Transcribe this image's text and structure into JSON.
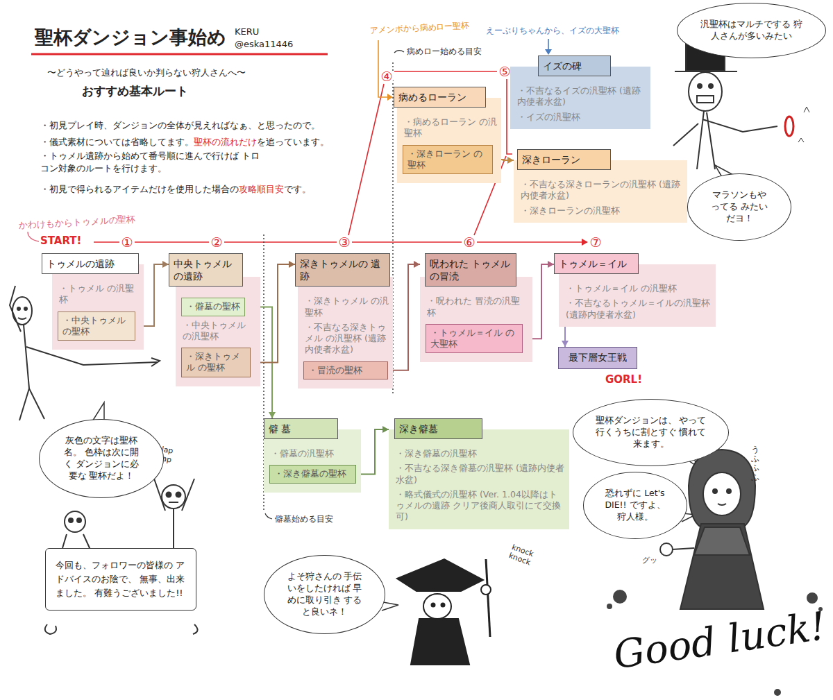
{
  "diagram": {
    "title": "聖杯ダンジョン事始め",
    "nodes": [
      {
        "text": [
          "トゥメルの遺跡",
          "・トゥメル の汎聖杯"
        ]
      },
      {
        "text": [
          "・中央トゥメル の聖杯"
        ],
        "in": 0
      },
      {
        "text": [
          "中央トゥメル の遺跡",
          "・中央トゥメル の汎聖杯"
        ]
      },
      {
        "text": [
          "・僻墓の聖杯"
        ],
        "in": 2
      },
      {
        "text": [
          "・深きトゥメル の聖杯"
        ],
        "in": 2
      },
      {
        "text": [
          "深きトゥメルの 遺跡",
          "・深きトゥメル の汎聖杯",
          "・不吉なる深きトゥメル の汎聖杯 (遺跡内使者水盆)"
        ]
      },
      {
        "text": [
          "・冒涜の聖杯"
        ],
        "in": 5
      },
      {
        "text": [
          "呪われた トゥメルの冒涜",
          "・呪われた 冒涜の汎聖杯"
        ]
      },
      {
        "text": [
          "・トゥメル＝イル の大聖杯"
        ],
        "in": 7
      },
      {
        "text": [
          "トゥメル＝イル",
          "・トゥメル＝イル の汎聖杯",
          "・不吉なるトゥメル＝イルの汎聖杯 (遺跡内使者水盆)"
        ]
      },
      {
        "text": [
          "最下層女王戦"
        ]
      },
      {
        "text": [
          "病めるローラン",
          "・病めるローラン の汎聖杯"
        ]
      },
      {
        "text": [
          "・深きローラン の聖杯"
        ],
        "in": 11
      },
      {
        "text": [
          "イズの碑",
          "・不吉なるイズの汎聖杯 (遺跡内使者水盆)",
          "・イズの汎聖杯"
        ]
      },
      {
        "text": [
          "深きローラン",
          "・不吉なる深きローランの汎聖杯 (遺跡内使者水盆)",
          "・深きローランの汎聖杯"
        ]
      },
      {
        "text": [
          "僻 墓",
          "・僻墓の汎聖杯"
        ]
      },
      {
        "text": [
          "・深き僻墓の聖杯"
        ],
        "in": 15
      },
      {
        "text": [
          "深き僻墓",
          "・深き僻墓の汎聖杯",
          "・不吉なる深き僻墓の汎聖杯 (遺跡内使者水盆)",
          "・略式儀式の汎聖杯 (Ver. 1.04以降はトゥメルの遺跡 クリア後商人取引にて交換可)"
        ]
      },
      {
        "text": [
          "汎聖杯はマルチでする 狩人さんが多いみたい"
        ]
      },
      {
        "text": [
          "マラソンもやってる みたいだヨ！"
        ]
      },
      {
        "text": [
          "灰色の文字は聖杯名。 色枠は次に開く ダンジョンに必要な 聖杯だよ！"
        ]
      },
      {
        "text": [
          "今回も、フォロワーの皆様の アドバイスのお陰で、 無事、出来ました。 有難うございました!!"
        ]
      },
      {
        "text": [
          "よそ狩さんの 手伝いをしたければ 早めに取り引き すると良いネ！"
        ]
      },
      {
        "text": [
          "聖杯ダンジョンは、 やって行くうちに割とすぐ 慣れて来ます。"
        ]
      },
      {
        "text": [
          "恐れずに Let's DIE!! ですよ、狩人様。"
        ]
      }
    ],
    "edges": [
      {
        "from": 1,
        "to": 2,
        "arrow": "to"
      },
      {
        "from": 3,
        "to": 15,
        "arrow": "to"
      },
      {
        "from": 4,
        "to": 5,
        "arrow": "to"
      },
      {
        "from": 6,
        "to": 7,
        "arrow": "to"
      },
      {
        "from": 8,
        "to": 9,
        "arrow": "to"
      },
      {
        "from": 9,
        "to": 10,
        "arrow": "to"
      },
      {
        "from": 12,
        "to": 14,
        "arrow": "to"
      },
      {
        "from": 16,
        "to": 17,
        "arrow": "to"
      }
    ],
    "labels": [
      "KERU",
      "@eska11446",
      "〜どうやって辿れば良いか判らない狩人さんへ〜",
      "おすすめ基本ルート",
      "・初見プレイ時、ダンジョンの全体が見えればなぁ、と思ったので。",
      "・儀式素材については省略してます。",
      "聖杯の流れだけ",
      "を追っています。",
      "・トゥメル遺跡から始めて番号順に進んで行けば トロコン対象のルートを行けます。",
      "・初見で得られるアイテムだけを使用した場合の",
      "攻略順目安",
      "です。",
      "かわけもからトゥメルの聖杯",
      "START!",
      "①",
      "②",
      "③",
      "④",
      "⑤",
      "⑥",
      "⑦",
      "アメンボから病めロー聖杯",
      "病めロー始める目安",
      "えーぶりちゃんから、イズの大聖杯",
      "GORL!",
      "僻墓始める目安",
      "clap clap",
      "knock knock",
      "うふふふ",
      "グッ",
      "Good luck!"
    ]
  }
}
